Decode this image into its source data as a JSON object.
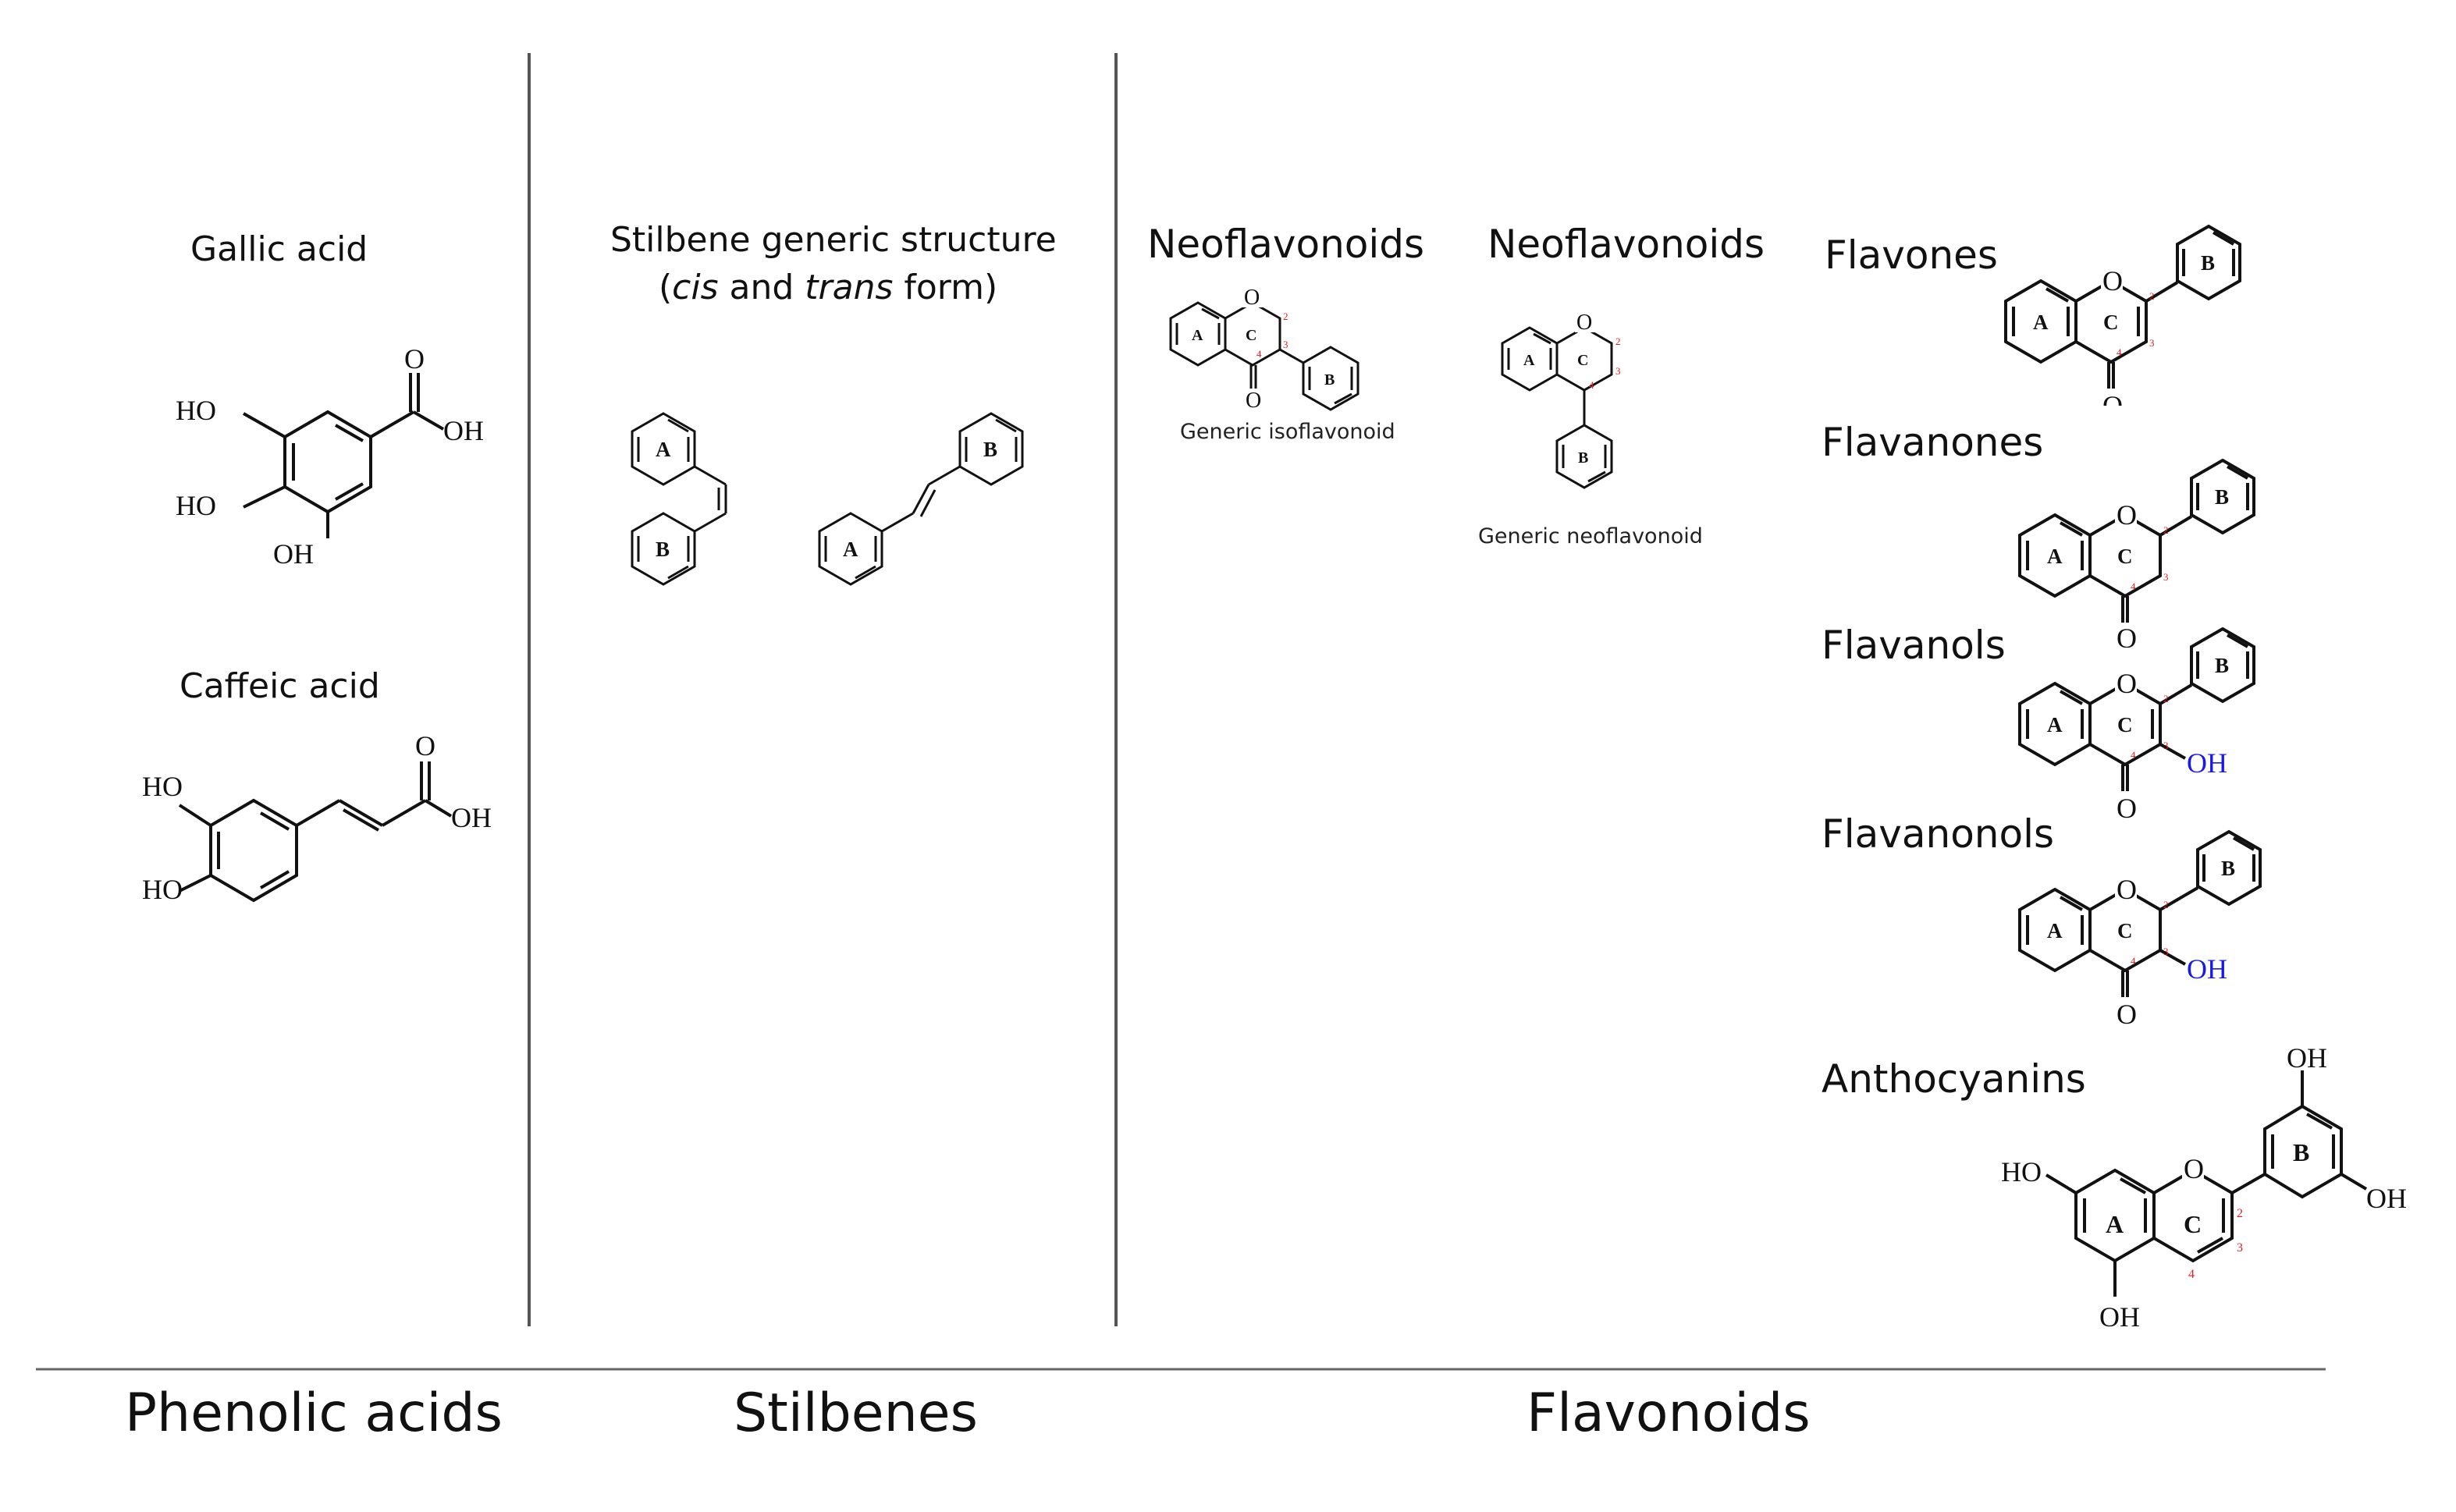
{
  "phenolic": {
    "gallic_name": "Gallic acid",
    "caffeic_name": "Caffeic acid",
    "atoms": {
      "ho": "HO",
      "oh": "OH",
      "o": "O"
    }
  },
  "stilbene": {
    "title_line1": "Stilbene generic structure",
    "title_open": "(",
    "title_cis": "cis",
    "title_and": " and ",
    "title_trans": "trans",
    "title_close": " form)"
  },
  "flavonoids": {
    "neo1_name": "Neoflavonoids",
    "neo1_caption": "Generic isoflavonoid",
    "neo2_name": "Neoflavonoids",
    "neo2_caption": "Generic neoflavonoid",
    "flavones": "Flavones",
    "flavanones": "Flavanones",
    "flavanols": "Flavanols",
    "flavanonols": "Flavanonols",
    "anthocyanins": "Anthocyanins"
  },
  "rings": {
    "a": "A",
    "b": "B",
    "c": "C"
  },
  "positions": {
    "p2": "2",
    "p3": "3",
    "p4": "4"
  },
  "footer": {
    "phenolic_acids": "Phenolic acids",
    "stilbenes": "Stilbenes",
    "flavonoids": "Flavonoids"
  },
  "colors": {
    "line": "#555555",
    "position_number": "#e02020",
    "hydroxyl_highlight": "#1a1ae6"
  }
}
